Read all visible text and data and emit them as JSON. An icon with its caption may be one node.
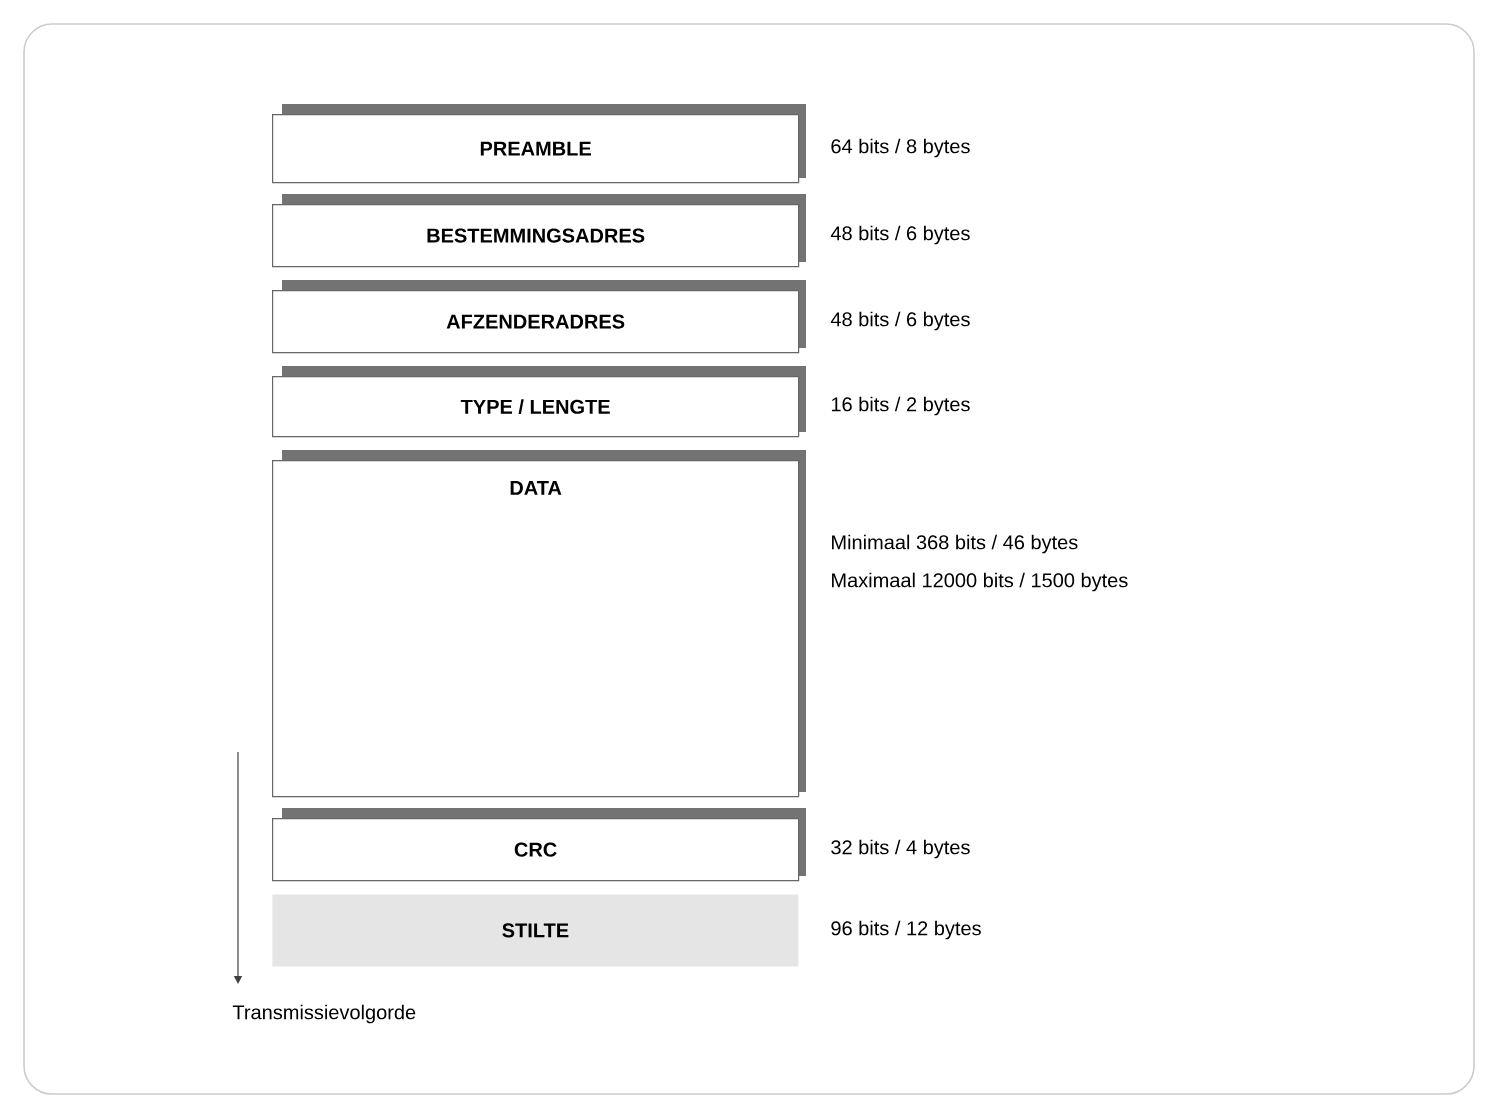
{
  "diagram": {
    "nodes": [
      {
        "text": [
          "PREAMBLE"
        ],
        "beside": [
          "64 bits / 8 bytes"
        ]
      },
      {
        "text": [
          "BESTEMMINGSADRES"
        ],
        "beside": [
          "48 bits / 6 bytes"
        ]
      },
      {
        "text": [
          "AFZENDERADRES"
        ],
        "beside": [
          "48 bits / 6 bytes"
        ]
      },
      {
        "text": [
          "TYPE / LENGTE"
        ],
        "beside": [
          "16 bits / 2 bytes"
        ]
      },
      {
        "text": [
          "DATA"
        ],
        "beside": [
          "Minimaal 368 bits  / 46 bytes",
          "Maximaal  12000 bits / 1500 bytes"
        ]
      },
      {
        "text": [
          "CRC"
        ],
        "beside": [
          "32 bits / 4 bytes"
        ]
      },
      {
        "text": [
          "STILTE"
        ],
        "beside": [
          "96 bits / 12 bytes"
        ]
      }
    ],
    "labels": [
      "Transmissievolgorde"
    ]
  }
}
